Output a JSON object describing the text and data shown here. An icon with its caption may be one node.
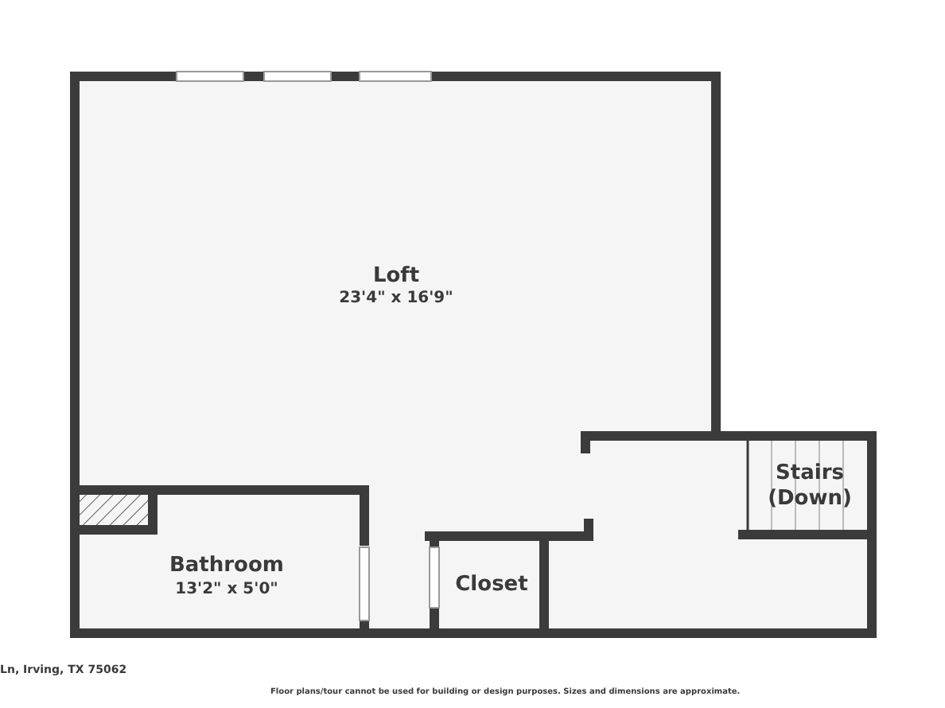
{
  "diagram": {
    "nodes": [
      {
        "text": [
          "Loft",
          "23'4\" x 16'9\""
        ]
      },
      {
        "text": [
          "Bathroom",
          "13'2\" x 5'0\""
        ]
      },
      {
        "text": [
          "Closet"
        ]
      },
      {
        "text": [
          "Stairs (Down)"
        ]
      }
    ],
    "labels": [
      "Ln, Irving, TX 75062",
      "Floor plans/tour cannot be used for building or design purposes. Sizes and dimensions are approximate."
    ]
  }
}
